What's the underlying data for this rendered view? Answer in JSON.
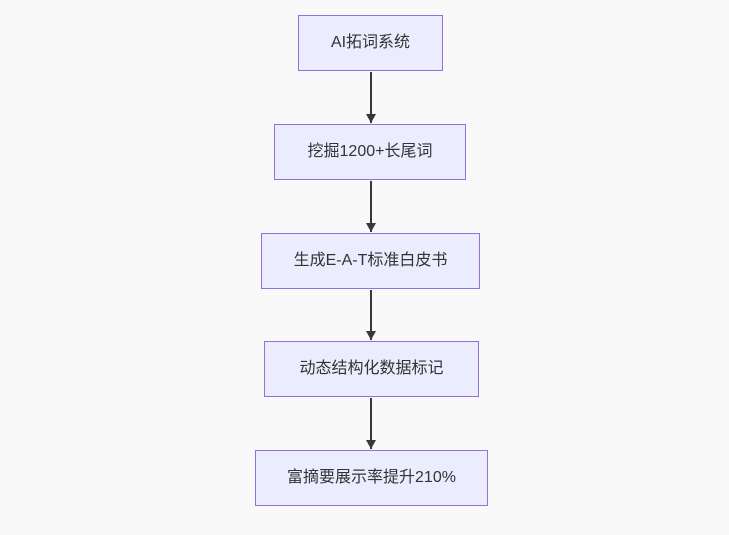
{
  "diagram": {
    "type": "flowchart",
    "direction": "top-down",
    "nodes": [
      {
        "label": "AI拓词系统"
      },
      {
        "label": "挖掘1200+长尾词"
      },
      {
        "label": "生成E-A-T标准白皮书"
      },
      {
        "label": "动态结构化数据标记"
      },
      {
        "label": "富摘要展示率提升210%"
      }
    ],
    "edges": [
      {
        "from": 0,
        "to": 1
      },
      {
        "from": 1,
        "to": 2
      },
      {
        "from": 2,
        "to": 3
      },
      {
        "from": 3,
        "to": 4
      }
    ],
    "colors": {
      "node_fill": "#ececff",
      "node_border": "#9370db",
      "text": "#333333",
      "arrow": "#383838",
      "background": "#f9f9f9"
    }
  }
}
